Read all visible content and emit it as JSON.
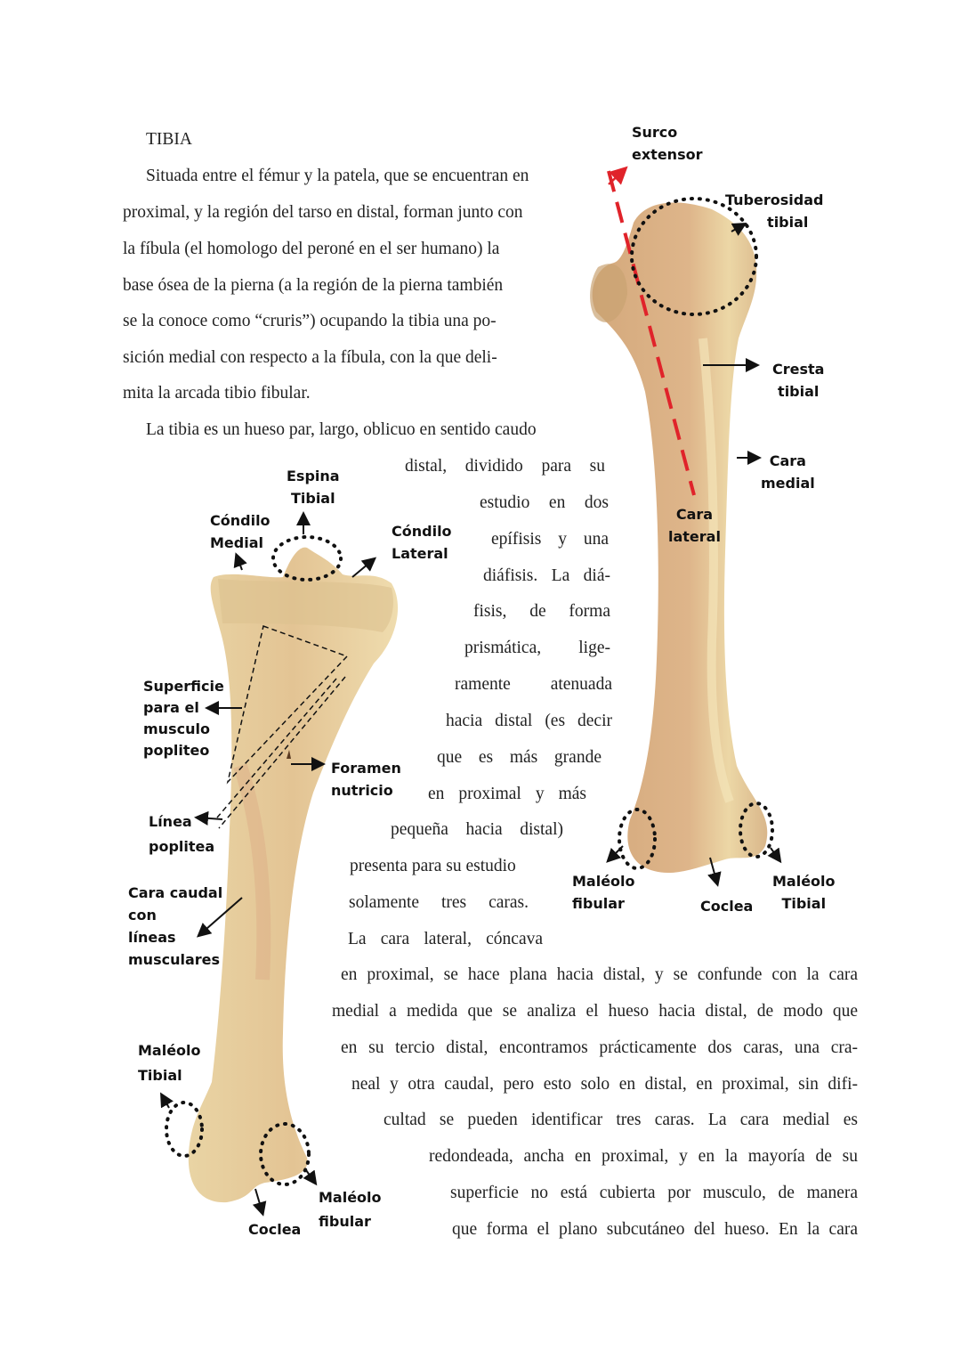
{
  "title": "TIBIA",
  "paragraphs": {
    "p1": [
      "Situada entre el fémur y la patela, que se encuentran en",
      "proximal, y la región del tarso en distal, forman junto con",
      "la fíbula (el homologo del peroné en el ser humano) la",
      "base ósea de la pierna (a la región de la pierna también",
      "se la conoce como “cruris”) ocupando la tibia una po-",
      "sición medial con respecto a la fíbula, con la que deli-",
      "mita la arcada tibio fibular."
    ],
    "p2": [
      "La tibia es un hueso par, largo, oblicuo en sentido caudo",
      "distal, dividido para su",
      "estudio en dos",
      "epífisis y una",
      "diáfisis. La diá-",
      "fisis, de forma",
      "prismática, lige-",
      "ramente atenuada",
      "hacia distal (es decir",
      "que es más grande",
      "en proximal y más",
      "pequeña hacia distal)",
      "presenta para su estudio",
      "solamente tres caras."
    ],
    "p3": [
      "La cara lateral, cóncava",
      "en proximal, se hace plana hacia distal, y se confunde con la cara",
      "medial a medida que se analiza el hueso hacia distal, de modo que",
      "en su tercio distal, encontramos prácticamente dos caras, una cra-",
      "neal y otra caudal, pero esto solo en distal, en proximal, sin difi-",
      "cultad se pueden identificar tres caras. La cara medial es",
      "redondeada, ancha en proximal, y en la mayoría de su",
      "superficie no está cubierta por musculo, de manera",
      "que forma el plano subcutáneo del hueso. En la cara"
    ]
  },
  "figure_cranial": {
    "labels": {
      "surco_extensor": [
        "Surco",
        "extensor"
      ],
      "tuberosidad_tibial": [
        "Tuberosidad",
        "tibial"
      ],
      "cresta_tibial": [
        "Cresta",
        "tibial"
      ],
      "cara_medial": [
        "Cara",
        "medial"
      ],
      "cara_lateral": [
        "Cara",
        "lateral"
      ],
      "maleolo_fibular": [
        "Maléolo",
        "fibular"
      ],
      "coclea": "Coclea",
      "maleolo_tibial": [
        "Maléolo",
        "Tibial"
      ]
    },
    "colors": {
      "bone": "#d9b38a",
      "bone_light": "#eed9a8",
      "surco_line": "#e0232a",
      "annotation": "#111111"
    }
  },
  "figure_caudal": {
    "labels": {
      "espina_tibial": [
        "Espina",
        "Tibial"
      ],
      "condilo_medial": [
        "Cóndilo",
        "Medial"
      ],
      "condilo_lateral": [
        "Cóndilo",
        "Lateral"
      ],
      "superficie_popliteo": [
        "Superficie",
        "para el",
        "musculo",
        "popliteo"
      ],
      "foramen_nutricio": [
        "Foramen",
        "nutricio"
      ],
      "linea_poplitea": [
        "Línea",
        "poplitea"
      ],
      "cara_caudal": [
        "Cara caudal",
        "con",
        "líneas",
        "musculares"
      ],
      "maleolo_tibial": [
        "Maléolo",
        "Tibial"
      ],
      "coclea": "Coclea",
      "maleolo_fibular": [
        "Maléolo",
        "fibular"
      ]
    },
    "colors": {
      "bone": "#e6cf9e",
      "bone_shade": "#d2ae7c"
    }
  }
}
